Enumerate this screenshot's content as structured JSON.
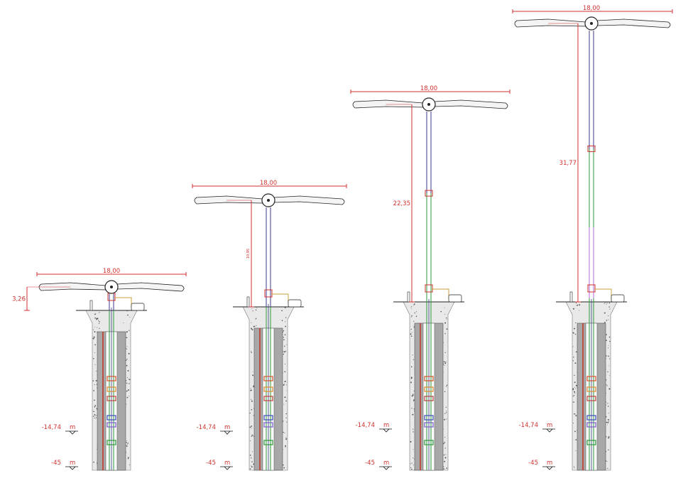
{
  "drawing": {
    "colors": {
      "dimension": "#d0312d",
      "pipe_outline": "#3a3a8c",
      "pipe_green": "#2f9a3a",
      "pipe_purple": "#b26ad4",
      "casing": "#a8a8a8",
      "soil": "#e9e9e9",
      "blade": "#f4f4f4",
      "outline": "#222222",
      "cable": "#c9a13a"
    },
    "assemblies": [
      {
        "id": "a1",
        "span_label": "18,00",
        "height_label": "3,26",
        "depth1_label": "-14,74",
        "depth1_unit": "m",
        "depth2_label": "-45",
        "depth2_unit": "m",
        "height_label_orientation": "horizontal"
      },
      {
        "id": "a2",
        "span_label": "18,00",
        "height_label": "10,95",
        "depth1_label": "-14,74",
        "depth1_unit": "m",
        "depth2_label": "-45",
        "depth2_unit": "m",
        "height_label_orientation": "vertical"
      },
      {
        "id": "a3",
        "span_label": "18,00",
        "height_label": "22,35",
        "depth1_label": "-14,74",
        "depth1_unit": "m",
        "depth2_label": "-45",
        "depth2_unit": "m",
        "height_label_orientation": "horizontal"
      },
      {
        "id": "a4",
        "span_label": "18,00",
        "height_label": "31,77",
        "depth1_label": "-14,74",
        "depth1_unit": "m",
        "depth2_label": "-45",
        "depth2_unit": "m",
        "height_label_orientation": "horizontal"
      }
    ]
  }
}
